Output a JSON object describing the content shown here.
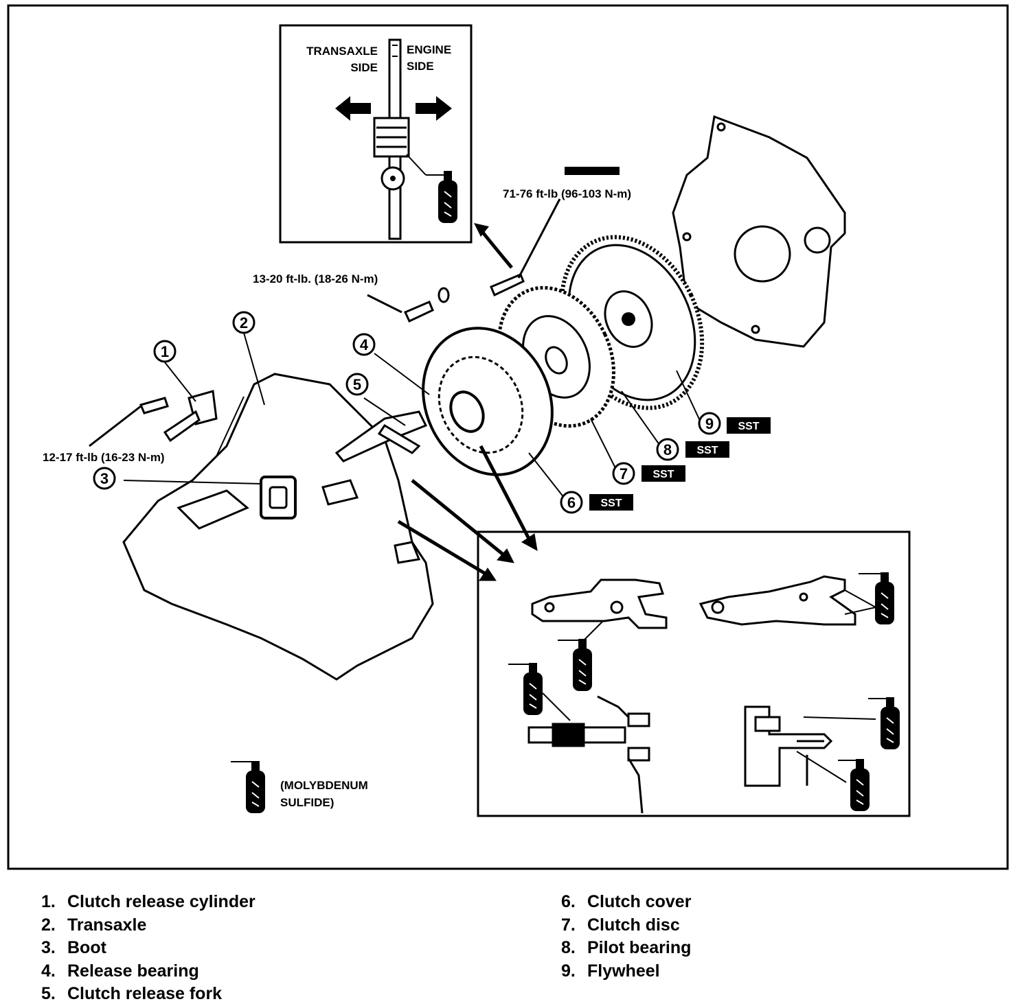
{
  "inset_top": {
    "transaxle_side_line1": "TRANSAXLE",
    "transaxle_side_line2": "SIDE",
    "engine_side_line1": "ENGINE",
    "engine_side_line2": "SIDE"
  },
  "torque_specs": {
    "flywheel_bolts": "71-76 ft-lb (96-103 N-m)",
    "cover_bolts": "13-20 ft-lb. (18-26 N-m)",
    "cylinder_bolts": "12-17 ft-lb (16-23 N-m)"
  },
  "callouts": [
    "1",
    "2",
    "3",
    "4",
    "5",
    "6",
    "7",
    "8",
    "9"
  ],
  "sst_label": "SST",
  "grease_note_line1": "(MOLYBDENUM",
  "grease_note_line2": "SULFIDE)",
  "legend_left": [
    {
      "num": "1.",
      "text": "Clutch release cylinder"
    },
    {
      "num": "2.",
      "text": "Transaxle"
    },
    {
      "num": "3.",
      "text": "Boot"
    },
    {
      "num": "4.",
      "text": "Release bearing"
    },
    {
      "num": "5.",
      "text": "Clutch release fork"
    }
  ],
  "legend_right": [
    {
      "num": "6.",
      "text": "Clutch cover"
    },
    {
      "num": "7.",
      "text": "Clutch disc"
    },
    {
      "num": "8.",
      "text": "Pilot bearing"
    },
    {
      "num": "9.",
      "text": "Flywheel"
    }
  ]
}
